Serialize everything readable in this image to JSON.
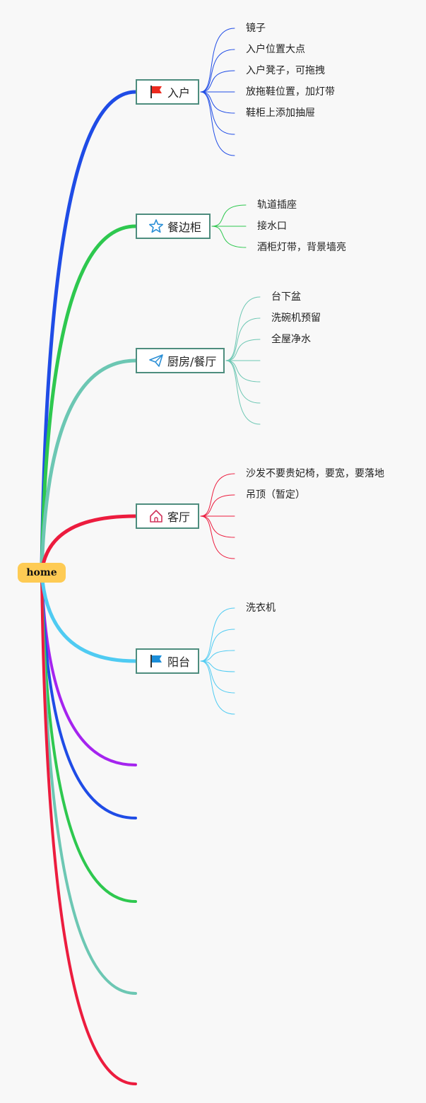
{
  "root": {
    "label": "home"
  },
  "branches": [
    {
      "label": "入户",
      "icon": "red-flag-icon",
      "color": "#1f4ce6",
      "leaves": [
        "镜子",
        "入户位置大点",
        "入户凳子，可拖拽",
        "放拖鞋位置，加灯带",
        "鞋柜上添加抽屉",
        "",
        ""
      ]
    },
    {
      "label": "餐边柜",
      "icon": "star-icon",
      "color": "#2ec84f",
      "leaves": [
        "轨道插座",
        "接水口",
        "酒柜灯带，背景墙亮"
      ]
    },
    {
      "label": "厨房/餐厅",
      "icon": "paper-plane-icon",
      "color": "#6cc7b3",
      "leaves": [
        "台下盆",
        "洗碗机预留",
        "全屋净水",
        "",
        "",
        "",
        ""
      ]
    },
    {
      "label": "客厅",
      "icon": "home-icon",
      "color": "#ec1c3e",
      "leaves": [
        "沙发不要贵妃椅，要宽，要落地",
        "吊顶（暂定）",
        "",
        "",
        ""
      ]
    },
    {
      "label": "阳台",
      "icon": "blue-flag-icon",
      "color": "#4fcbf2",
      "leaves": [
        "洗衣机",
        "",
        "",
        "",
        "",
        ""
      ]
    }
  ],
  "extra_branches": [
    {
      "color": "#a524ef"
    },
    {
      "color": "#1f4ce6"
    },
    {
      "color": "#2ec84f"
    },
    {
      "color": "#6cc7b3"
    },
    {
      "color": "#ec1c3e"
    }
  ]
}
